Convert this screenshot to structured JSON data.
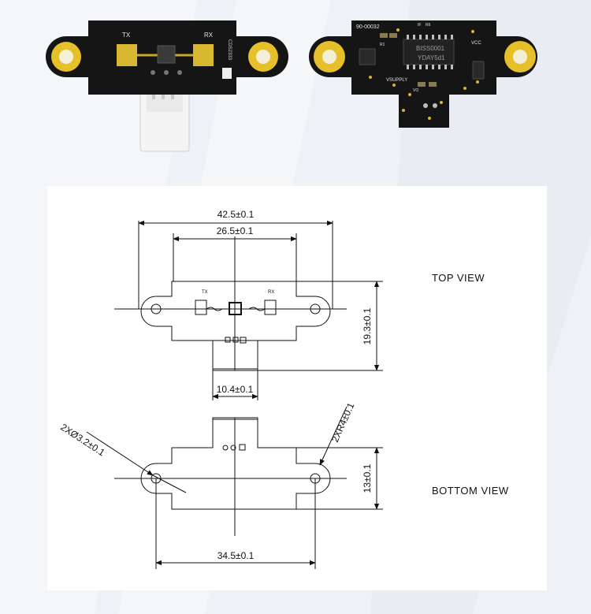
{
  "colors": {
    "background": "#eef1f5",
    "pcb": "#141414",
    "pad_gold": "#e8c530",
    "drawing_line": "#111111"
  },
  "photos": {
    "top_board": {
      "label_tx": "TX",
      "label_rx": "RX",
      "side_code": "CDS2333"
    },
    "bottom_board": {
      "part_number": "90-00032",
      "chip_line1": "BISS0001",
      "chip_line2": "YDAY5d1",
      "label_vcc": "VCC",
      "label_vsupply": "VSUPPLY",
      "label_r1": "R1",
      "label_if": "IF",
      "label_r6": "R6",
      "label_vo": "VO"
    }
  },
  "drawing": {
    "top_view_label": "TOP   VIEW",
    "bottom_view_label": "BOTTOM   VIEW",
    "pcb_tx": "TX",
    "pcb_rx": "RX",
    "dimensions": {
      "overall_width": "42.5±0.1",
      "pad_spacing": "26.5±0.1",
      "height": "19.3±0.1",
      "connector_width": "10.4±0.1",
      "hole_diameter": "2XØ3.2±0.1",
      "ear_radius": "2XR4±0.1",
      "bottom_height": "13±0.1",
      "hole_spacing": "34.5±0.1"
    }
  }
}
